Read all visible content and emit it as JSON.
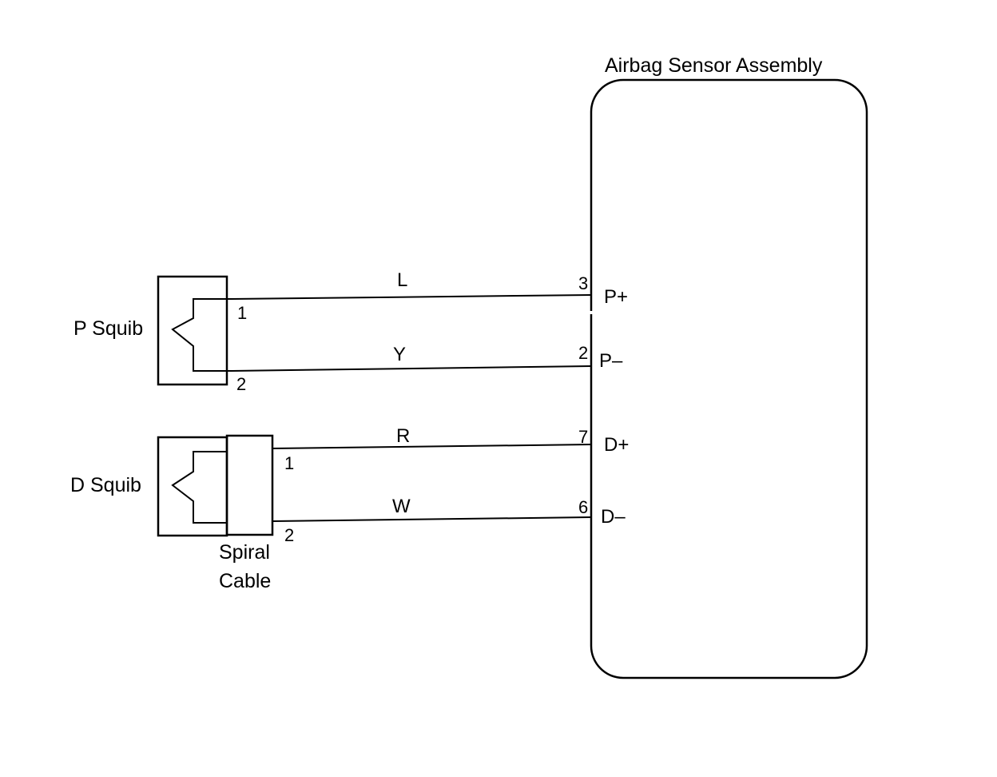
{
  "assembly": {
    "title": "Airbag Sensor Assembly"
  },
  "components": {
    "p_squib": "P Squib",
    "d_squib": "D Squib",
    "spiral_cable_line1": "Spiral",
    "spiral_cable_line2": "Cable"
  },
  "squib_pins": {
    "p_pin1": "1",
    "p_pin2": "2",
    "d_pin1": "1",
    "d_pin2": "2"
  },
  "wires": [
    {
      "color_code": "L",
      "connector_pin": "3",
      "terminal": "P+"
    },
    {
      "color_code": "Y",
      "connector_pin": "2",
      "terminal": "P–"
    },
    {
      "color_code": "R",
      "connector_pin": "7",
      "terminal": "D+"
    },
    {
      "color_code": "W",
      "connector_pin": "6",
      "terminal": "D–"
    }
  ]
}
